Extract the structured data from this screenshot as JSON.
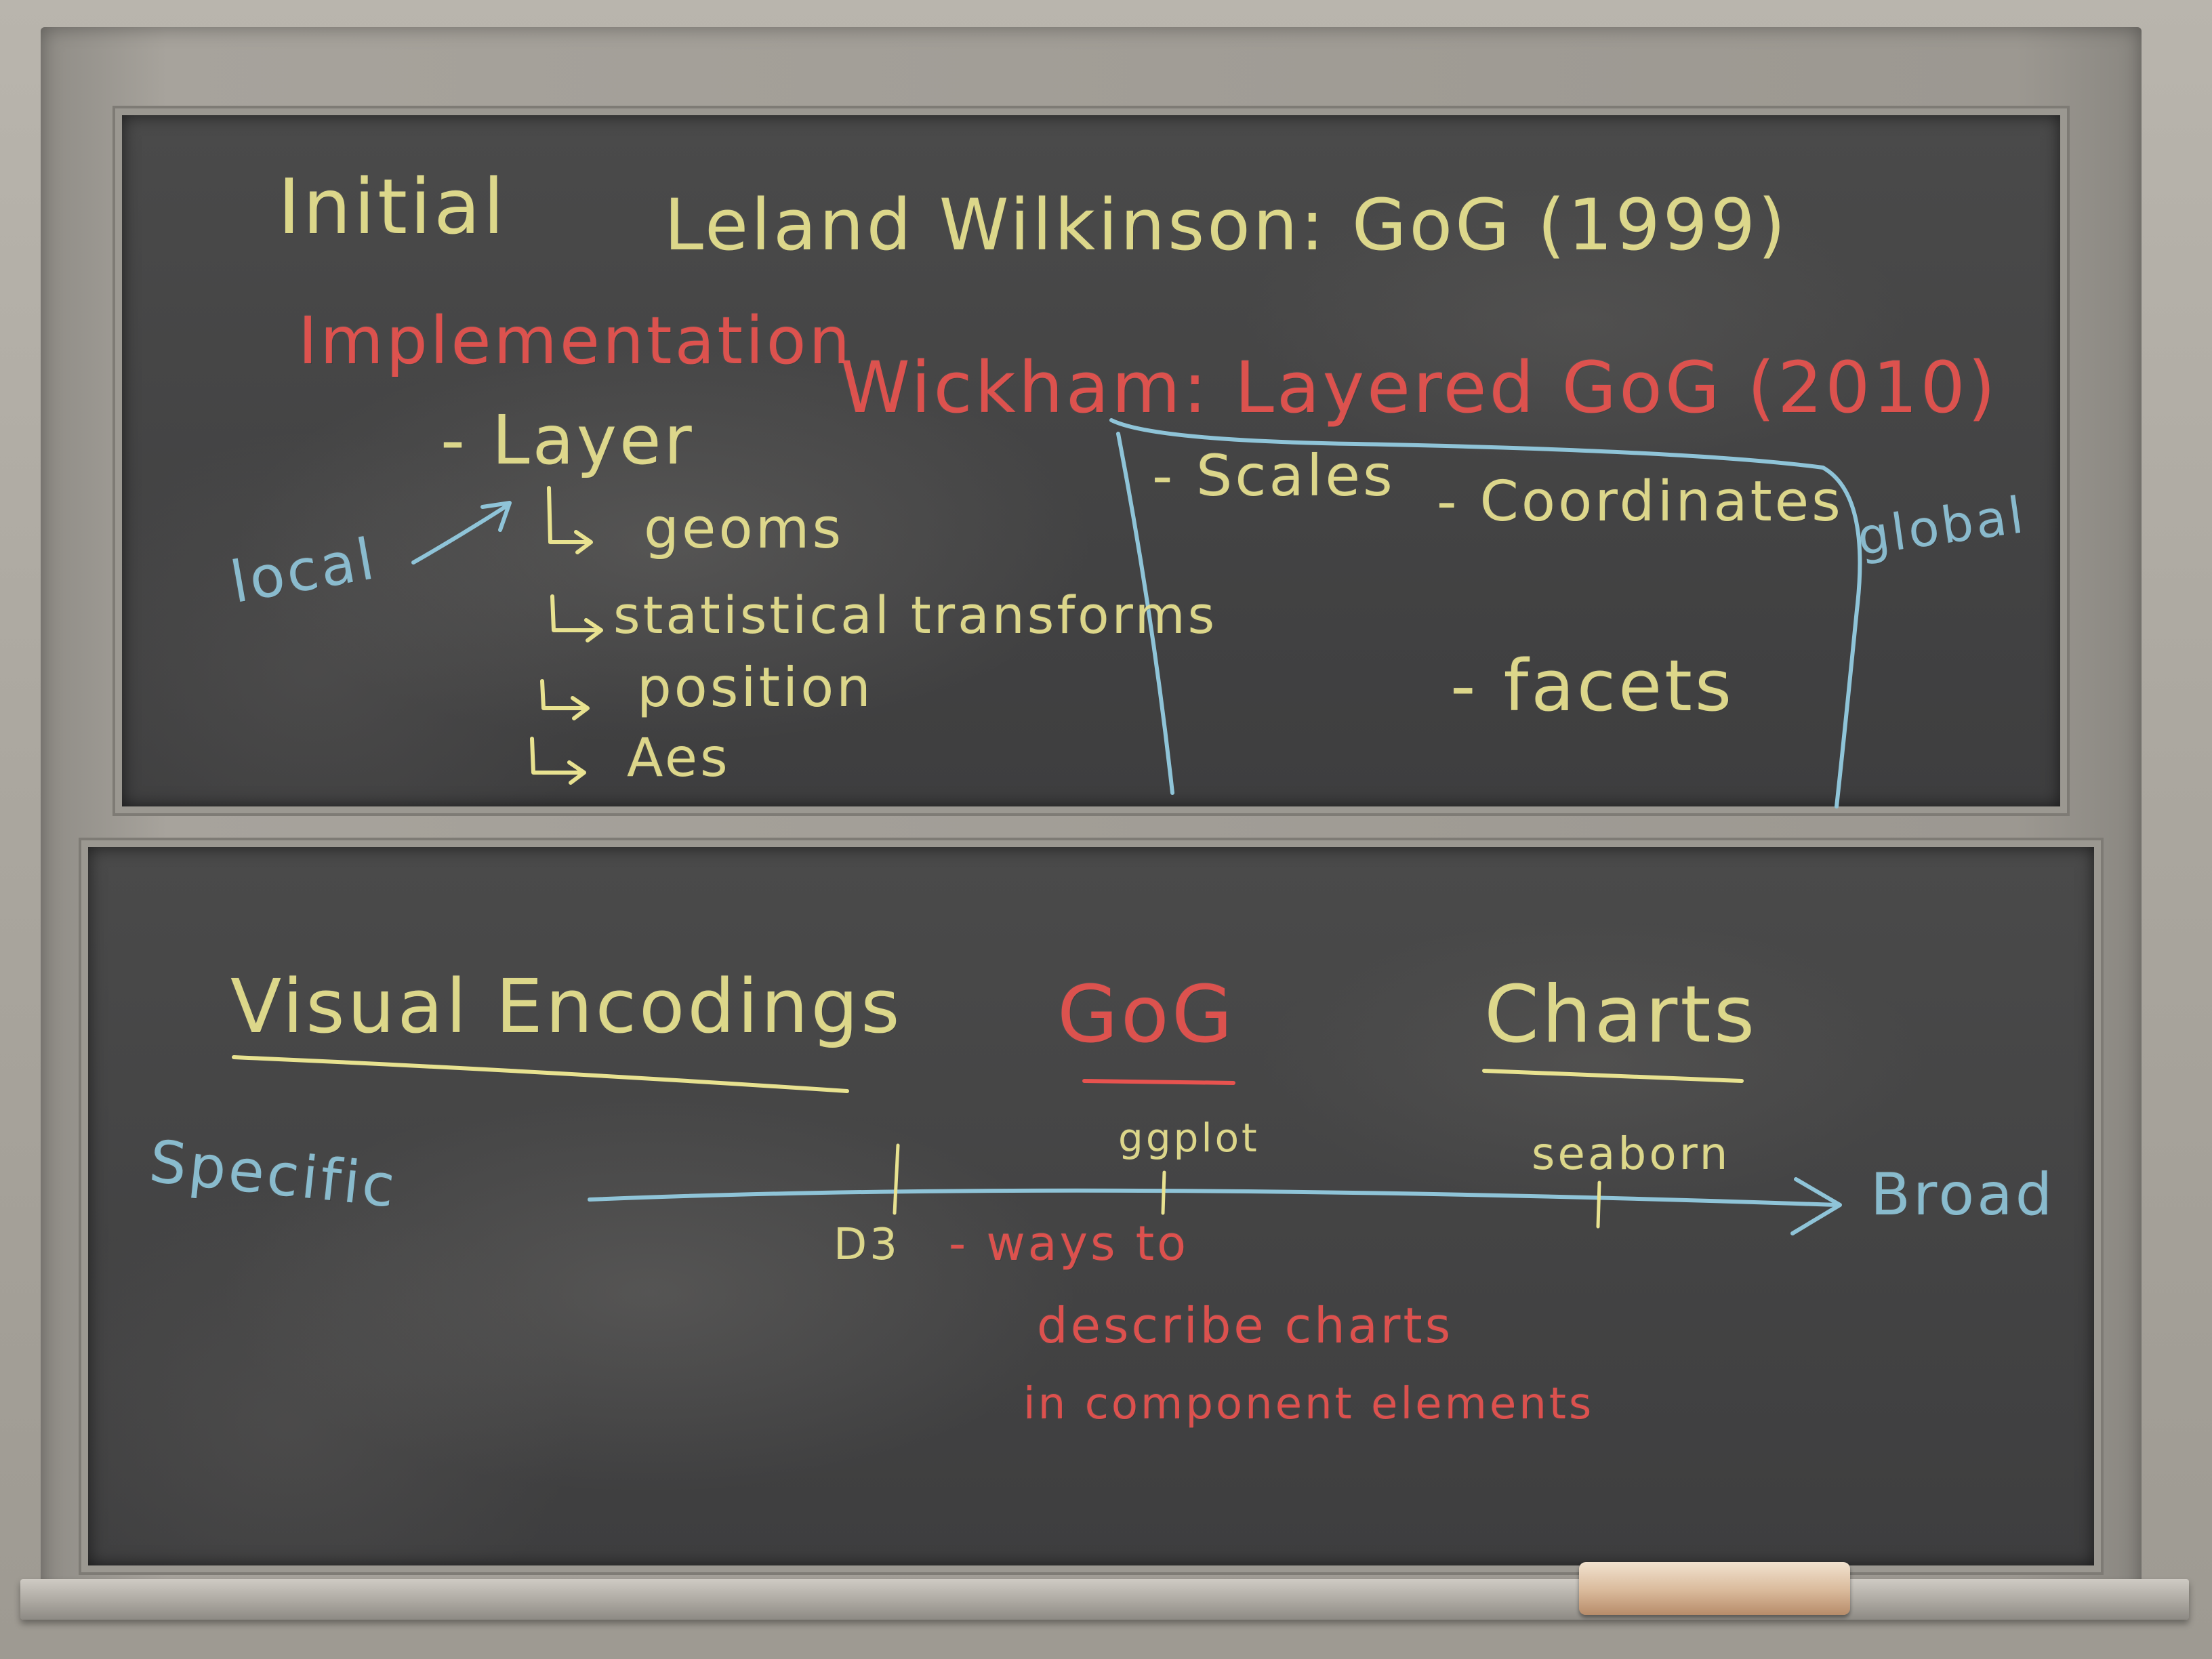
{
  "board": {
    "row1_label": "Initial",
    "row1_text": "Leland Wilkinson: GoG (1999)",
    "row2_label": "Implementation",
    "row2_text": "Wickham: Layered GoG (2010)",
    "layer": "- Layer",
    "layer_items": [
      "geoms",
      "statistical transforms",
      "position",
      "Aes"
    ],
    "local": "local",
    "scales": "- Scales",
    "coordinates": "- Coordinates",
    "facets": "- facets",
    "global": "global",
    "visual_encodings": "Visual Encodings",
    "gog": "GoG",
    "charts": "Charts",
    "specific": "Specific",
    "broad": "Broad",
    "d3": "D3",
    "ggplot": "ggplot",
    "seaborn": "seaborn",
    "note": [
      "- ways to",
      "describe charts",
      "in component elements"
    ],
    "colors": {
      "yellow_chalk": "#e8e290",
      "red_chalk": "#e8534f",
      "blue_chalk": "#8fc4d8",
      "board": "#444444"
    }
  }
}
